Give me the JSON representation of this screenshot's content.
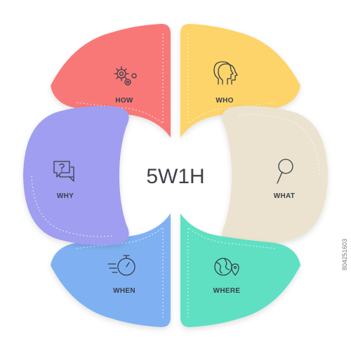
{
  "title": "5W1H",
  "segments": [
    {
      "key": "how",
      "label": "HOW",
      "icon": "gears-icon",
      "color": "#f87878"
    },
    {
      "key": "who",
      "label": "WHO",
      "icon": "head-profile-icon",
      "color": "#fdd46b"
    },
    {
      "key": "what",
      "label": "WHAT",
      "icon": "magnifier-icon",
      "color": "#ebe3d0"
    },
    {
      "key": "where",
      "label": "WHERE",
      "icon": "globe-pin-icon",
      "color": "#5ee0c2"
    },
    {
      "key": "when",
      "label": "WHEN",
      "icon": "stopwatch-icon",
      "color": "#7fb1f2"
    },
    {
      "key": "why",
      "label": "WHY",
      "icon": "question-chat-icon",
      "color": "#a09ef0"
    }
  ],
  "watermark": "804251603"
}
